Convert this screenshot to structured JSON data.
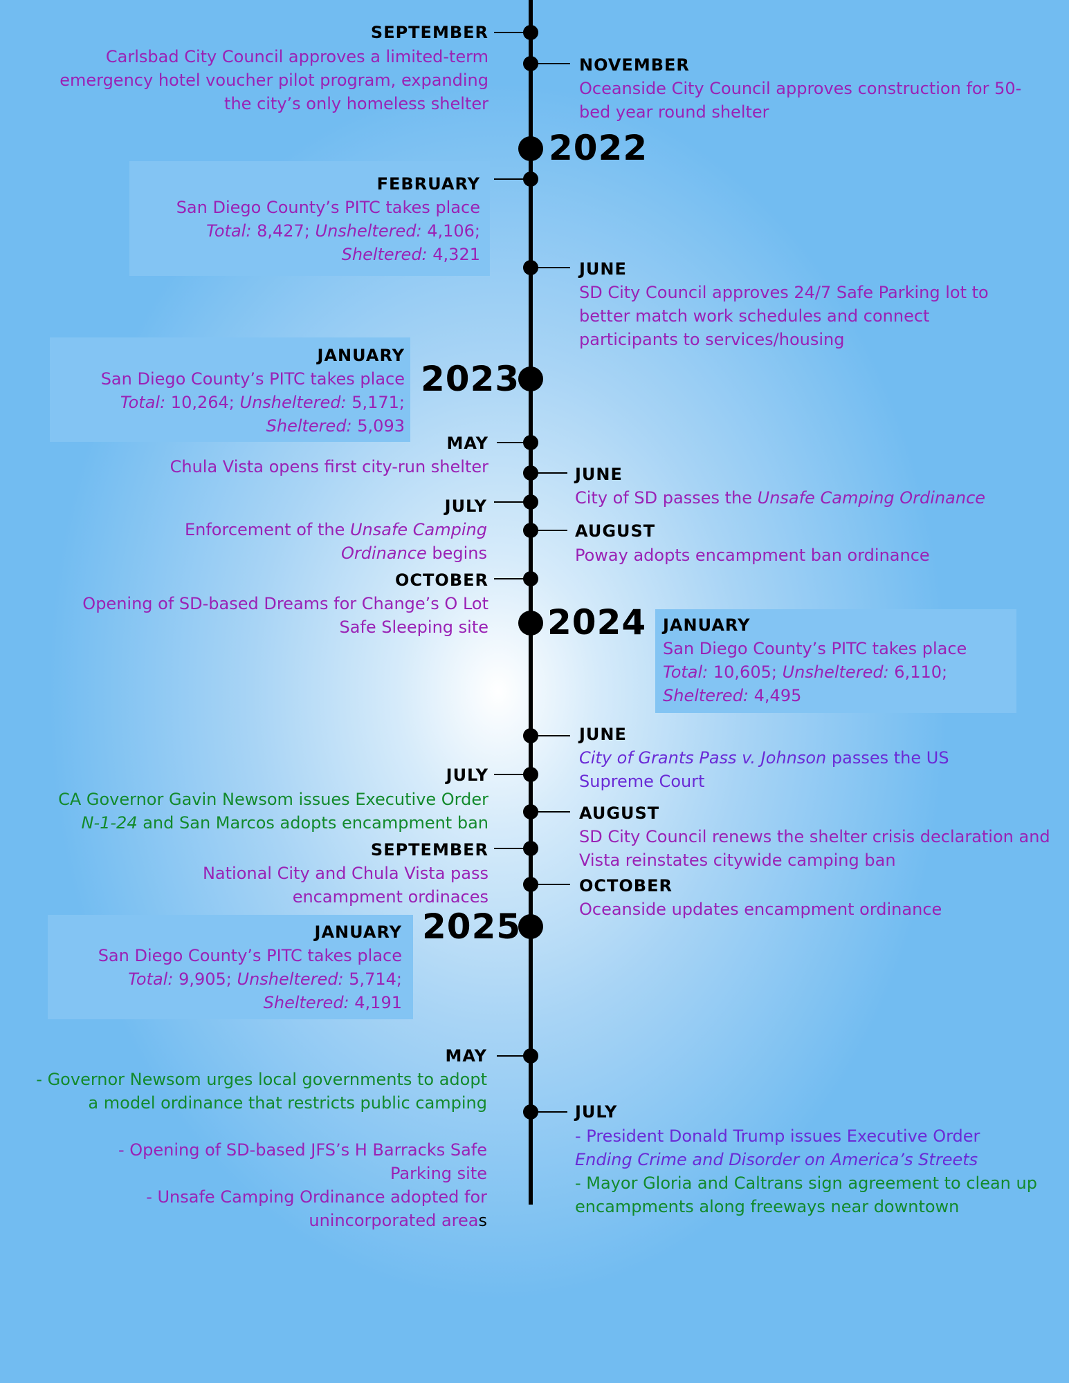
{
  "years": {
    "y2022": "2022",
    "y2023": "2023",
    "y2024": "2024",
    "y2025": "2025"
  },
  "events": {
    "sep2021": {
      "month": "SEPTEMBER",
      "text": "Carlsbad City Council approves a limited-term emergency hotel voucher pilot program, expanding the city’s only homeless shelter"
    },
    "nov2021": {
      "month": "NOVEMBER",
      "text": "Oceanside City Council approves construction for 50-bed year round shelter"
    },
    "feb2022": {
      "month": "FEBRUARY",
      "line1": "San Diego County’s PITC takes place",
      "total_label": "Total:",
      "total": "8,427;",
      "unsheltered_label": "Unsheltered:",
      "unsheltered": "4,106;",
      "sheltered_label": "Sheltered:",
      "sheltered": "4,321"
    },
    "jun2022": {
      "month": "JUNE",
      "text": "SD City Council approves 24/7 Safe Parking lot to better match work schedules and connect participants to services/housing"
    },
    "jan2023": {
      "month": "JANUARY",
      "line1": "San Diego County’s PITC takes place",
      "total_label": "Total:",
      "total": "10,264;",
      "unsheltered_label": "Unsheltered:",
      "unsheltered": "5,171;",
      "sheltered_label": "Sheltered:",
      "sheltered": "5,093"
    },
    "may2023": {
      "month": "MAY",
      "text": "Chula Vista opens first city-run shelter"
    },
    "jun2023": {
      "month": "JUNE",
      "text_a": "City of SD passes the ",
      "text_italic": "Unsafe Camping Ordinance"
    },
    "jul2023": {
      "month": "JULY",
      "text_a": "Enforcement of the ",
      "text_italic1": "Unsafe Camping",
      "text_italic2": "Ordinance",
      "text_b": " begins"
    },
    "aug2023": {
      "month": "AUGUST",
      "text": "Poway adopts encampment ban ordinance"
    },
    "oct2023": {
      "month": "OCTOBER",
      "text": "Opening of SD-based Dreams for Change’s O Lot Safe Sleeping site"
    },
    "jan2024": {
      "month": "JANUARY",
      "line1": "San Diego County’s PITC takes place",
      "total_label": "Total:",
      "total": "10,605;",
      "unsheltered_label": "Unsheltered:",
      "unsheltered": "6,110;",
      "sheltered_label": "Sheltered:",
      "sheltered": "4,495"
    },
    "jun2024": {
      "month": "JUNE",
      "text_italic": "City of Grants Pass v. Johnson",
      "text_a": " passes the US Supreme Court"
    },
    "jul2024": {
      "month": "JULY",
      "text_a": "CA Governor Gavin Newsom issues Executive Order",
      "text_italic": "N-1-24",
      "text_b": " and San Marcos adopts encampment ban"
    },
    "aug2024": {
      "month": "AUGUST",
      "text": "SD City Council renews the shelter crisis declaration and Vista reinstates citywide camping ban"
    },
    "sep2024": {
      "month": "SEPTEMBER",
      "text": "National City and Chula Vista pass encampment ordinaces"
    },
    "oct2024": {
      "month": "OCTOBER",
      "text": "Oceanside updates encampment ordinance"
    },
    "jan2025": {
      "month": "JANUARY",
      "line1": "San Diego County’s PITC takes place",
      "total_label": "Total:",
      "total": "9,905;",
      "unsheltered_label": "Unsheltered:",
      "unsheltered": "5,714;",
      "sheltered_label": "Sheltered:",
      "sheltered": "4,191"
    },
    "may2025": {
      "month": "MAY",
      "item1": "- Governor Newsom urges local governments to adopt a model ordinance that restricts public camping",
      "item2": "- Opening of SD-based JFS’s H Barracks Safe Parking site",
      "item3_a": "- Unsafe Camping Ordinance adopted for unincorporated area",
      "item3_b": "s"
    },
    "jul2025": {
      "month": "JULY",
      "item1_a": "- President Donald Trump issues Executive Order",
      "item1_italic": "Ending Crime and Disorder on America’s Streets",
      "item2": "- Mayor Gloria and Caltrans sign agreement to clean up encampments along freeways near downtown"
    }
  },
  "colors": {
    "purple": "#9a22b5",
    "green": "#138a2c",
    "violet": "#6a2bd6",
    "box": "#83c4f3"
  }
}
